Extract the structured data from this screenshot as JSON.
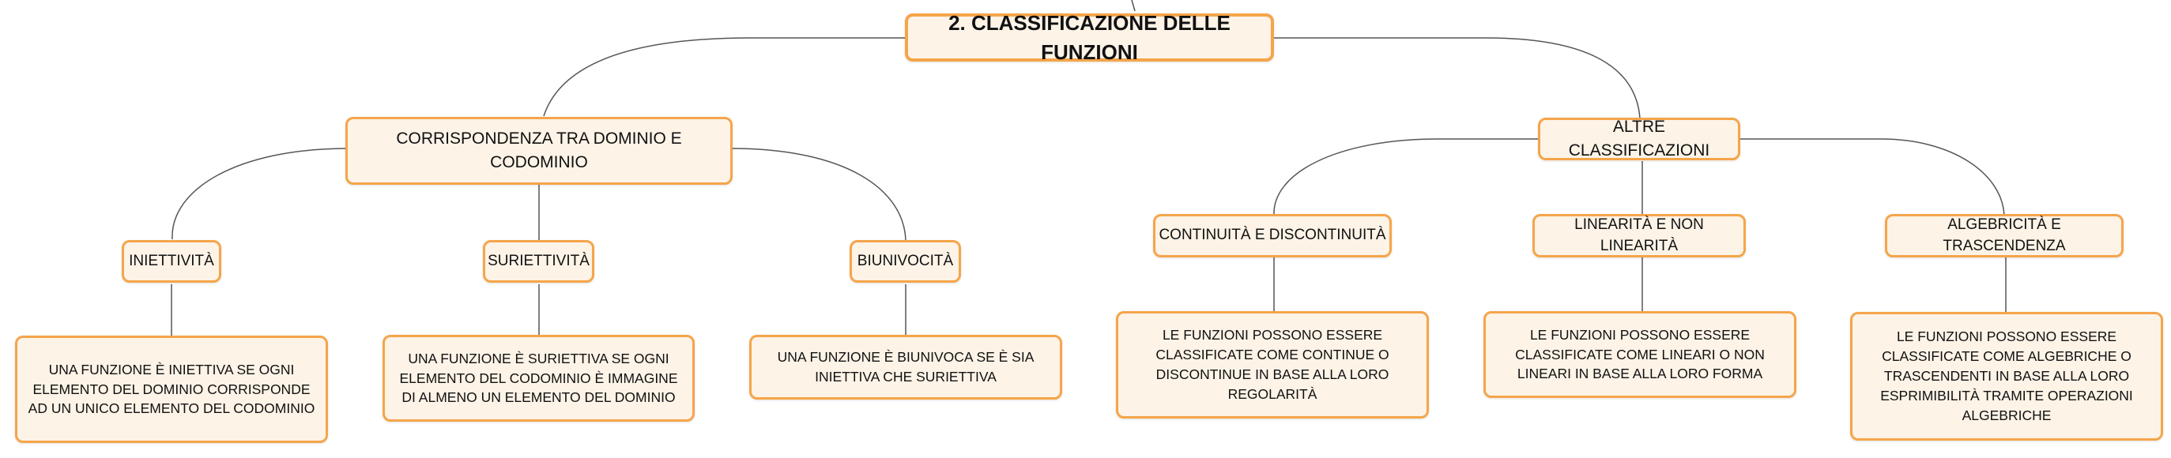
{
  "root": {
    "label": "2. CLASSIFICAZIONE DELLE FUNZIONI"
  },
  "branch_left": {
    "label": "CORRISPONDENZA TRA DOMINIO E CODOMINIO",
    "children": [
      {
        "label": "INIETTIVITÀ",
        "description": "UNA FUNZIONE È INIETTIVA SE OGNI ELEMENTO DEL DOMINIO CORRISPONDE AD UN UNICO ELEMENTO DEL CODOMINIO"
      },
      {
        "label": "SURIETTIVITÀ",
        "description": "UNA FUNZIONE È SURIETTIVA SE OGNI ELEMENTO DEL CODOMINIO È IMMAGINE DI ALMENO UN ELEMENTO DEL DOMINIO"
      },
      {
        "label": "BIUNIVOCITÀ",
        "description": "UNA FUNZIONE È BIUNIVOCA SE È SIA INIETTIVA CHE SURIETTIVA"
      }
    ]
  },
  "branch_right": {
    "label": "ALTRE CLASSIFICAZIONI",
    "children": [
      {
        "label": "CONTINUITÀ E DISCONTINUITÀ",
        "description": "LE FUNZIONI POSSONO ESSERE CLASSIFICATE COME CONTINUE O DISCONTINUE IN BASE ALLA LORO REGOLARITÀ"
      },
      {
        "label": "LINEARITÀ E NON LINEARITÀ",
        "description": "LE FUNZIONI POSSONO ESSERE CLASSIFICATE COME LINEARI O NON LINEARI IN BASE ALLA LORO FORMA"
      },
      {
        "label": "ALGEBRICITÀ E TRASCENDENZA",
        "description": "LE FUNZIONI POSSONO ESSERE CLASSIFICATE COME ALGEBRICHE O TRASCENDENTI IN BASE ALLA LORO ESPRIMIBILITÀ TRAMITE OPERAZIONI ALGEBRICHE"
      }
    ]
  },
  "colors": {
    "node_border": "#f5a54a",
    "node_fill": "#fdf3e7",
    "connector": "#555555"
  }
}
